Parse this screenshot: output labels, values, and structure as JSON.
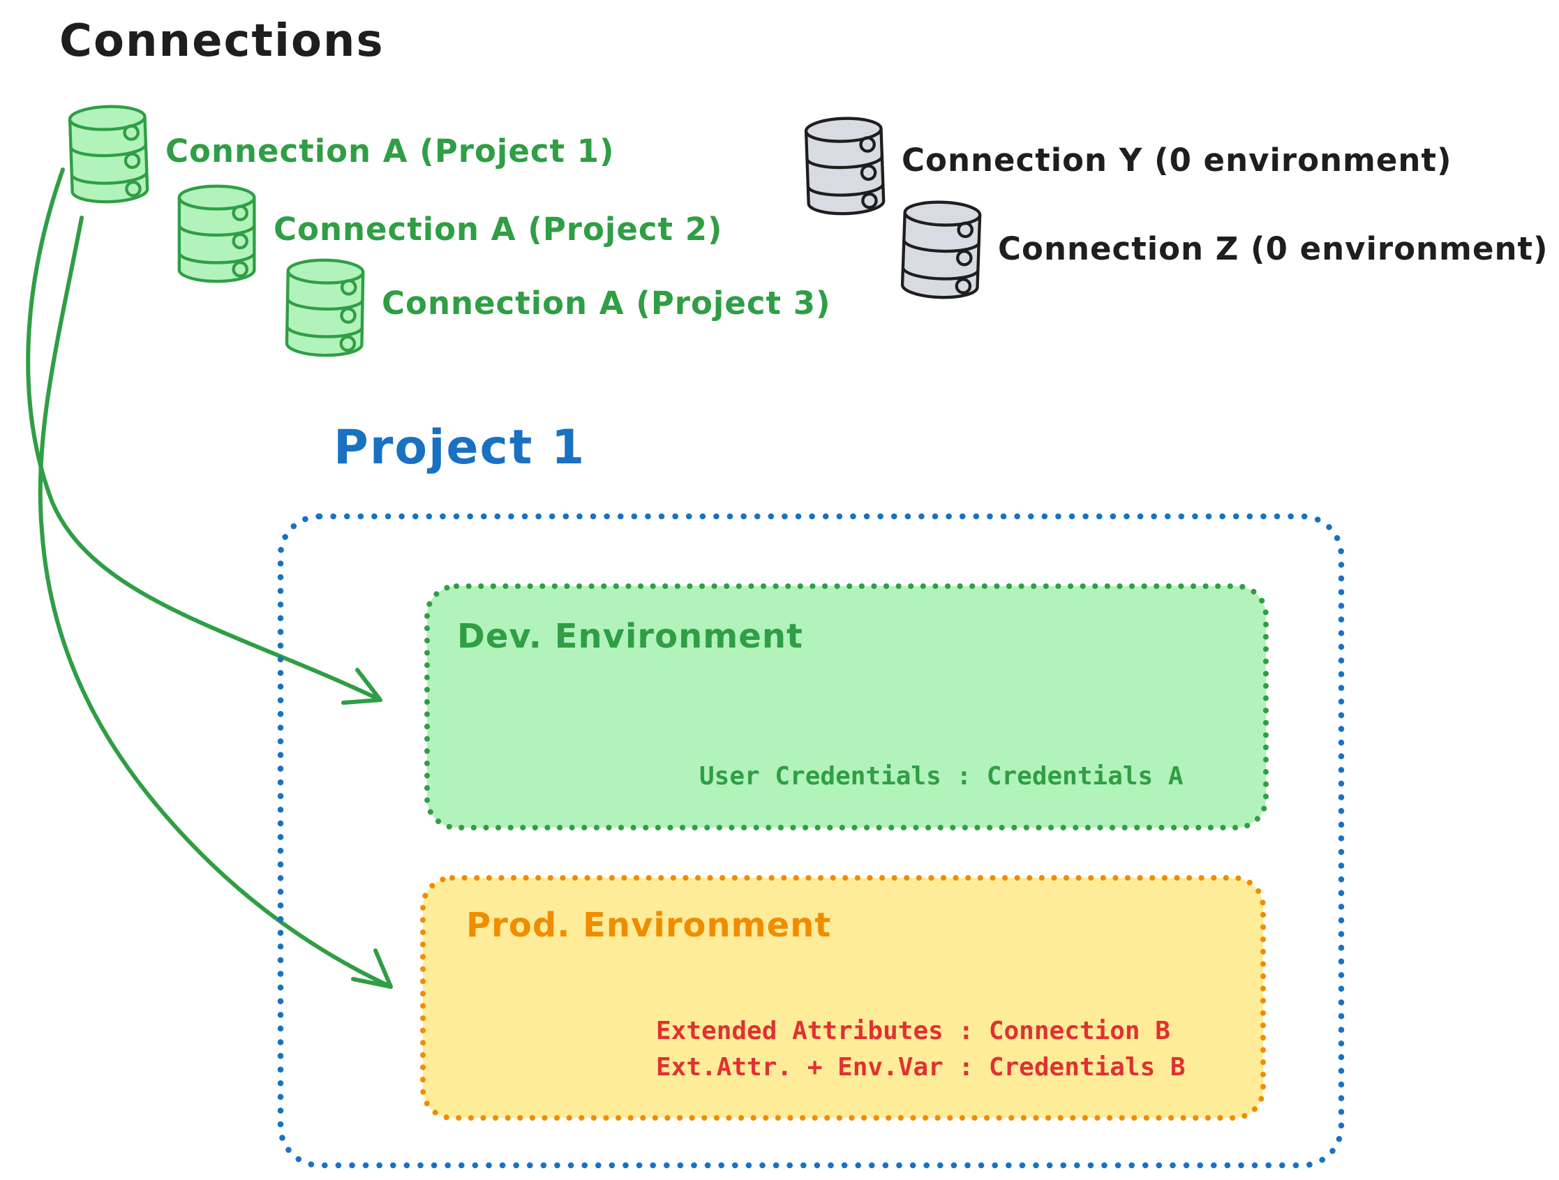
{
  "header": {
    "title": "Connections"
  },
  "colors": {
    "green_stroke": "#2f9e44",
    "green_fill": "#b2f2bb",
    "gray_fill": "#d8dce2",
    "black": "#1e1e1e",
    "blue": "#1971c2",
    "orange": "#f08c00",
    "yellow_fill": "#ffec99",
    "red": "#e03131"
  },
  "connections": {
    "project_scoped": [
      {
        "icon": "database-icon",
        "color": "green",
        "label": "Connection A (Project 1)"
      },
      {
        "icon": "database-icon",
        "color": "green",
        "label": "Connection A (Project 2)"
      },
      {
        "icon": "database-icon",
        "color": "green",
        "label": "Connection A (Project 3)"
      }
    ],
    "unassigned": [
      {
        "icon": "database-icon",
        "color": "gray",
        "label": "Connection Y (0 environment)"
      },
      {
        "icon": "database-icon",
        "color": "gray",
        "label": "Connection Z (0 environment)"
      }
    ]
  },
  "project": {
    "title": "Project 1",
    "environments": [
      {
        "name": "Dev. Environment",
        "fill": "#b2f2bb",
        "border": "#2f9e44",
        "credential_lines": [
          "User Credentials : Credentials A"
        ]
      },
      {
        "name": "Prod. Environment",
        "fill": "#ffec99",
        "border": "#f08c00",
        "credential_lines": [
          "Extended Attributes : Connection B",
          "Ext.Attr. + Env.Var : Credentials B"
        ]
      }
    ]
  }
}
